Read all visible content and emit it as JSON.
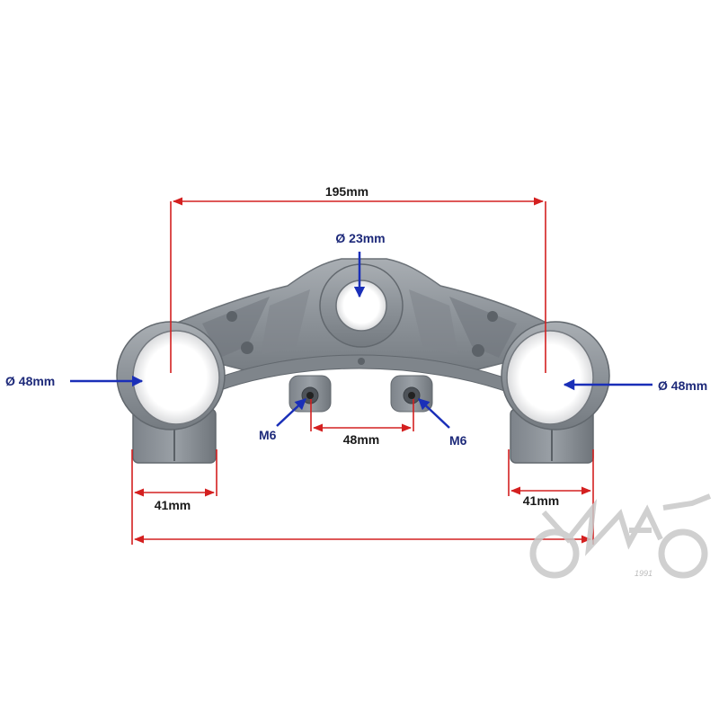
{
  "dimensions": {
    "center_width": "195mm",
    "stem_bore": "Ø 23mm",
    "left_fork_bore": "Ø 48mm",
    "right_fork_bore": "Ø 48mm",
    "bolt_spacing": "48mm",
    "left_bolt": "M6",
    "right_bolt": "M6",
    "left_clamp_width": "41mm",
    "right_clamp_width": "41mm"
  },
  "watermark": {
    "year": "1991"
  },
  "colors": {
    "dimension_line": "#d42020",
    "callout_arrow": "#1a2fb8",
    "part_body": "#8f959b",
    "watermark": "#c8c8c8"
  }
}
